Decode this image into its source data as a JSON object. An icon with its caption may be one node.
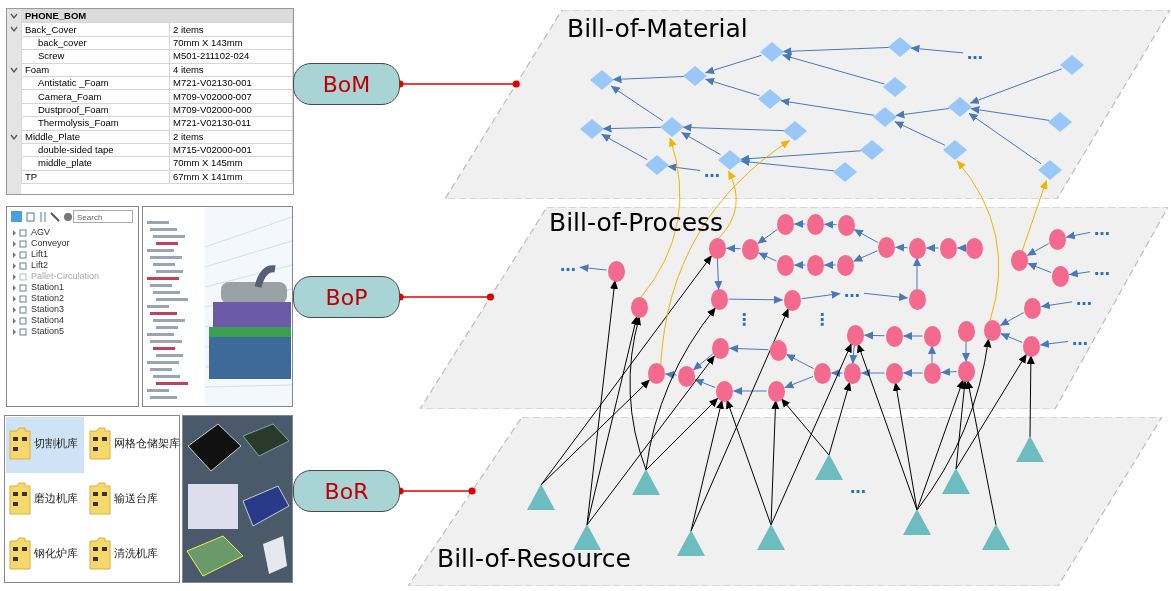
{
  "diagram": {
    "nodes": [
      {
        "text": [
          "BoM"
        ]
      },
      {
        "text": [
          "BoP"
        ]
      },
      {
        "text": [
          "BoR"
        ]
      },
      {
        "text": [
          "Bill-of-Material"
        ]
      },
      {
        "text": [
          "Bill-of-Process"
        ]
      },
      {
        "text": [
          "Bill-of-Resource"
        ]
      },
      {
        "text": [],
        "shape": "diamond",
        "in": 3
      },
      {
        "text": [],
        "shape": "diamond",
        "in": 3
      },
      {
        "text": [],
        "shape": "diamond",
        "in": 3
      },
      {
        "text": [],
        "shape": "diamond",
        "in": 3
      },
      {
        "text": [],
        "shape": "diamond",
        "in": 3
      },
      {
        "text": [],
        "shape": "diamond",
        "in": 3
      },
      {
        "text": [],
        "shape": "diamond",
        "in": 3
      },
      {
        "text": [],
        "shape": "diamond",
        "in": 3
      },
      {
        "text": [],
        "shape": "diamond",
        "in": 3
      },
      {
        "text": [],
        "shape": "diamond",
        "in": 3
      },
      {
        "text": [],
        "shape": "diamond",
        "in": 3
      },
      {
        "text": [],
        "shape": "diamond",
        "in": 3
      },
      {
        "text": [],
        "shape": "diamond",
        "in": 3
      },
      {
        "text": [],
        "shape": "diamond",
        "in": 3
      },
      {
        "text": [],
        "shape": "diamond",
        "in": 3
      },
      {
        "text": [],
        "shape": "diamond",
        "in": 3
      },
      {
        "text": [],
        "shape": "diamond",
        "in": 3
      },
      {
        "text": [],
        "shape": "diamond",
        "in": 3
      },
      {
        "text": [],
        "shape": "diamond",
        "in": 3
      },
      {
        "text": [],
        "shape": "circle",
        "in": 4
      },
      {
        "text": [],
        "shape": "circle",
        "in": 4
      },
      {
        "text": [],
        "shape": "circle",
        "in": 4
      },
      {
        "text": [],
        "shape": "circle",
        "in": 4
      },
      {
        "text": [],
        "shape": "circle",
        "in": 4
      },
      {
        "text": [],
        "shape": "circle",
        "in": 4
      },
      {
        "text": [],
        "shape": "circle",
        "in": 4
      },
      {
        "text": [],
        "shape": "circle",
        "in": 4
      },
      {
        "text": [],
        "shape": "circle",
        "in": 4
      },
      {
        "text": [],
        "shape": "circle",
        "in": 4
      },
      {
        "text": [],
        "shape": "circle",
        "in": 4
      },
      {
        "text": [],
        "shape": "circle",
        "in": 4
      },
      {
        "text": [],
        "shape": "circle",
        "in": 4
      },
      {
        "text": [],
        "shape": "circle",
        "in": 4
      },
      {
        "text": [],
        "shape": "circle",
        "in": 4
      },
      {
        "text": [],
        "shape": "circle",
        "in": 4
      },
      {
        "text": [],
        "shape": "circle",
        "in": 4
      },
      {
        "text": [],
        "shape": "circle",
        "in": 4
      },
      {
        "text": [],
        "shape": "circle",
        "in": 4
      },
      {
        "text": [],
        "shape": "circle",
        "in": 4
      },
      {
        "text": [],
        "shape": "circle",
        "in": 4
      },
      {
        "text": [],
        "shape": "circle",
        "in": 4
      },
      {
        "text": [],
        "shape": "circle",
        "in": 4
      },
      {
        "text": [],
        "shape": "circle",
        "in": 4
      },
      {
        "text": [],
        "shape": "circle",
        "in": 4
      },
      {
        "text": [],
        "shape": "circle",
        "in": 4
      },
      {
        "text": [],
        "shape": "circle",
        "in": 4
      },
      {
        "text": [],
        "shape": "circle",
        "in": 4
      },
      {
        "text": [],
        "shape": "circle",
        "in": 4
      },
      {
        "text": [],
        "shape": "circle",
        "in": 4
      },
      {
        "text": [],
        "shape": "circle",
        "in": 4
      },
      {
        "text": [],
        "shape": "circle",
        "in": 4
      },
      {
        "text": [],
        "shape": "circle",
        "in": 4
      },
      {
        "text": [],
        "shape": "circle",
        "in": 4
      },
      {
        "text": [],
        "shape": "circle",
        "in": 4
      },
      {
        "text": [],
        "shape": "circle",
        "in": 4
      },
      {
        "text": [],
        "shape": "circle",
        "in": 4
      },
      {
        "text": [],
        "shape": "circle",
        "in": 4
      },
      {
        "text": [],
        "shape": "triangle",
        "in": 5
      },
      {
        "text": [],
        "shape": "triangle",
        "in": 5
      },
      {
        "text": [],
        "shape": "triangle",
        "in": 5
      },
      {
        "text": [],
        "shape": "triangle",
        "in": 5
      },
      {
        "text": [],
        "shape": "triangle",
        "in": 5
      },
      {
        "text": [],
        "shape": "triangle",
        "in": 5
      },
      {
        "text": [],
        "shape": "triangle",
        "in": 5
      },
      {
        "text": [],
        "shape": "triangle",
        "in": 5
      },
      {
        "text": [],
        "shape": "triangle",
        "in": 5
      },
      {
        "text": [],
        "shape": "triangle",
        "in": 5
      },
      {
        "text": [
          "…"
        ],
        "in": 3
      },
      {
        "text": [
          "…"
        ],
        "in": 3
      },
      {
        "text": [
          "…"
        ],
        "in": 4
      },
      {
        "text": [
          "…"
        ],
        "in": 4
      },
      {
        "text": [
          "…"
        ],
        "in": 4
      },
      {
        "text": [
          "…"
        ],
        "in": 4
      },
      {
        "text": [
          "…"
        ],
        "in": 4
      },
      {
        "text": [
          "…"
        ],
        "in": 4
      }
    ],
    "edges": [
      {
        "from": 0,
        "to": 3,
        "arrow": "other",
        "color": "#e00000"
      },
      {
        "from": 1,
        "to": 4,
        "arrow": "other",
        "color": "#e00000"
      },
      {
        "from": 2,
        "to": 5,
        "arrow": "other",
        "color": "#e00000"
      },
      {
        "from": 7,
        "to": 6,
        "arrow": "to"
      },
      {
        "from": 8,
        "to": 6,
        "arrow": "to"
      },
      {
        "from": 6,
        "to": 9,
        "arrow": "to"
      },
      {
        "from": 10,
        "to": 9,
        "arrow": "to"
      },
      {
        "from": 9,
        "to": 11,
        "arrow": "to"
      },
      {
        "from": 12,
        "to": 11,
        "arrow": "to"
      },
      {
        "from": 13,
        "to": 10,
        "arrow": "to"
      },
      {
        "from": 14,
        "to": 13,
        "arrow": "to"
      },
      {
        "from": 15,
        "to": 14,
        "arrow": "to"
      },
      {
        "from": 16,
        "to": 14,
        "arrow": "to"
      },
      {
        "from": 17,
        "to": 14,
        "arrow": "to"
      },
      {
        "from": 18,
        "to": 13,
        "arrow": "to"
      },
      {
        "from": 19,
        "to": 12,
        "arrow": "to"
      },
      {
        "from": 12,
        "to": 20,
        "arrow": "to"
      },
      {
        "from": 21,
        "to": 12,
        "arrow": "to"
      },
      {
        "from": 22,
        "to": 20,
        "arrow": "to"
      },
      {
        "from": 23,
        "to": 21,
        "arrow": "to"
      },
      {
        "from": 24,
        "to": 21,
        "arrow": "to"
      },
      {
        "from": 73,
        "to": 7,
        "arrow": "to"
      },
      {
        "from": 74,
        "to": 22,
        "arrow": "to"
      },
      {
        "from": 29,
        "to": 28,
        "arrow": "to"
      },
      {
        "from": 25,
        "to": 29,
        "arrow": "to"
      },
      {
        "from": 30,
        "to": 29,
        "arrow": "to"
      },
      {
        "from": 26,
        "to": 25,
        "arrow": "to"
      },
      {
        "from": 27,
        "to": 26,
        "arrow": "to"
      },
      {
        "from": 31,
        "to": 30,
        "arrow": "to"
      },
      {
        "from": 32,
        "to": 31,
        "arrow": "to"
      },
      {
        "from": 33,
        "to": 32,
        "arrow": "to"
      },
      {
        "from": 33,
        "to": 27,
        "arrow": "to"
      },
      {
        "from": 34,
        "to": 33,
        "arrow": "to"
      },
      {
        "from": 35,
        "to": 34,
        "arrow": "to"
      },
      {
        "from": 36,
        "to": 35,
        "arrow": "to"
      },
      {
        "from": 44,
        "to": 34,
        "arrow": "to"
      },
      {
        "from": 28,
        "to": 42,
        "arrow": "to"
      },
      {
        "from": 42,
        "to": 43,
        "arrow": "to"
      },
      {
        "from": 37,
        "to": 38,
        "arrow": "to"
      },
      {
        "from": 39,
        "to": 38,
        "arrow": "to"
      },
      {
        "from": 45,
        "to": 46,
        "arrow": "to"
      },
      {
        "from": 47,
        "to": 46,
        "arrow": "to"
      },
      {
        "from": 49,
        "to": 48,
        "arrow": "to"
      },
      {
        "from": 50,
        "to": 49,
        "arrow": "to"
      },
      {
        "from": 59,
        "to": 50,
        "arrow": "to"
      },
      {
        "from": 51,
        "to": 60,
        "arrow": "to"
      },
      {
        "from": 60,
        "to": 59,
        "arrow": "to"
      },
      {
        "from": 59,
        "to": 58,
        "arrow": "to"
      },
      {
        "from": 58,
        "to": 57,
        "arrow": "to"
      },
      {
        "from": 57,
        "to": 56,
        "arrow": "to"
      },
      {
        "from": 48,
        "to": 57,
        "arrow": "to"
      },
      {
        "from": 56,
        "to": 53,
        "arrow": "to"
      },
      {
        "from": 56,
        "to": 62,
        "arrow": "to"
      },
      {
        "from": 53,
        "to": 52,
        "arrow": "to"
      },
      {
        "from": 62,
        "to": 61,
        "arrow": "to"
      },
      {
        "from": 61,
        "to": 55,
        "arrow": "to"
      },
      {
        "from": 52,
        "to": 55,
        "arrow": "to"
      },
      {
        "from": 55,
        "to": 54,
        "arrow": "to"
      },
      {
        "from": 43,
        "to": 76,
        "arrow": "to"
      },
      {
        "from": 76,
        "to": 44,
        "arrow": "to"
      },
      {
        "from": 77,
        "to": 37,
        "arrow": "to"
      },
      {
        "from": 78,
        "to": 39,
        "arrow": "to"
      },
      {
        "from": 79,
        "to": 45,
        "arrow": "to"
      },
      {
        "from": 80,
        "to": 47,
        "arrow": "to"
      },
      {
        "from": 40,
        "to": 75,
        "arrow": "to"
      },
      {
        "from": 63,
        "to": 28,
        "arrow": "to",
        "color": "#000000"
      },
      {
        "from": 63,
        "to": 54,
        "arrow": "to",
        "color": "#000000"
      },
      {
        "from": 64,
        "to": 40,
        "arrow": "to",
        "color": "#000000"
      },
      {
        "from": 64,
        "to": 41,
        "arrow": "to",
        "color": "#000000"
      },
      {
        "from": 64,
        "to": 52,
        "arrow": "to",
        "color": "#000000"
      },
      {
        "from": 65,
        "to": 41,
        "arrow": "to",
        "color": "#000000"
      },
      {
        "from": 65,
        "to": 42,
        "arrow": "to",
        "color": "#000000"
      },
      {
        "from": 65,
        "to": 61,
        "arrow": "to",
        "color": "#000000"
      },
      {
        "from": 66,
        "to": 61,
        "arrow": "to",
        "color": "#000000"
      },
      {
        "from": 66,
        "to": 43,
        "arrow": "to",
        "color": "#000000"
      },
      {
        "from": 67,
        "to": 62,
        "arrow": "to",
        "color": "#000000"
      },
      {
        "from": 67,
        "to": 48,
        "arrow": "to",
        "color": "#000000"
      },
      {
        "from": 68,
        "to": 62,
        "arrow": "to",
        "color": "#000000"
      },
      {
        "from": 68,
        "to": 57,
        "arrow": "to",
        "color": "#000000"
      },
      {
        "from": 69,
        "to": 48,
        "arrow": "to",
        "color": "#000000"
      },
      {
        "from": 69,
        "to": 58,
        "arrow": "to",
        "color": "#000000"
      },
      {
        "from": 69,
        "to": 60,
        "arrow": "to",
        "color": "#000000"
      },
      {
        "from": 70,
        "to": 60,
        "arrow": "to",
        "color": "#000000"
      },
      {
        "from": 70,
        "to": 47,
        "arrow": "to",
        "color": "#000000"
      },
      {
        "from": 71,
        "to": 60,
        "arrow": "to",
        "color": "#000000"
      },
      {
        "from": 72,
        "to": 47,
        "arrow": "to",
        "color": "#000000"
      },
      {
        "from": 67,
        "to": 61,
        "arrow": "to",
        "color": "#000000"
      },
      {
        "from": 69,
        "to": 46,
        "arrow": "to",
        "color": "#000000"
      },
      {
        "from": 41,
        "to": 12,
        "arrow": "to",
        "color": "#f0b400"
      },
      {
        "from": 28,
        "to": 21,
        "arrow": "to",
        "color": "#f0b400"
      },
      {
        "from": 54,
        "to": 19,
        "arrow": "to",
        "color": "#f0b400"
      },
      {
        "from": 46,
        "to": 18,
        "arrow": "to",
        "color": "#f0b400"
      },
      {
        "from": 38,
        "to": 17,
        "arrow": "to",
        "color": "#f0b400"
      }
    ],
    "labels": [
      "PHONE_BOM",
      "Back_Cover",
      "2 items",
      "back_cover",
      "70mm X 143mm",
      "Screw",
      "M501-211102-024",
      "Foam",
      "4 items",
      "Antistatic _Foam",
      "M721-V02130-001",
      "Camera_Foam",
      "M709-V02000-007",
      "Dustproof_Foam",
      "M709-V02000-000",
      "Thermolysis_Foam",
      "M721-V02130-011",
      "Middle_Plate",
      "2 items",
      "double-sided tape",
      "M715-V02000-001",
      "middle_plate",
      "70mm X 145mm",
      "TP",
      "67mm X 141mm",
      "Search",
      "AGV",
      "Conveyor",
      "Lift1",
      "Lift2",
      "Pallet-Circulation",
      "Station1",
      "Station2",
      "Station3",
      "Station4",
      "Station5",
      "切割机库",
      "网格仓储架库",
      "磨边机库",
      "输送台库",
      "钢化炉库",
      "清洗机库",
      "⋮",
      "⋮",
      "…"
    ]
  }
}
